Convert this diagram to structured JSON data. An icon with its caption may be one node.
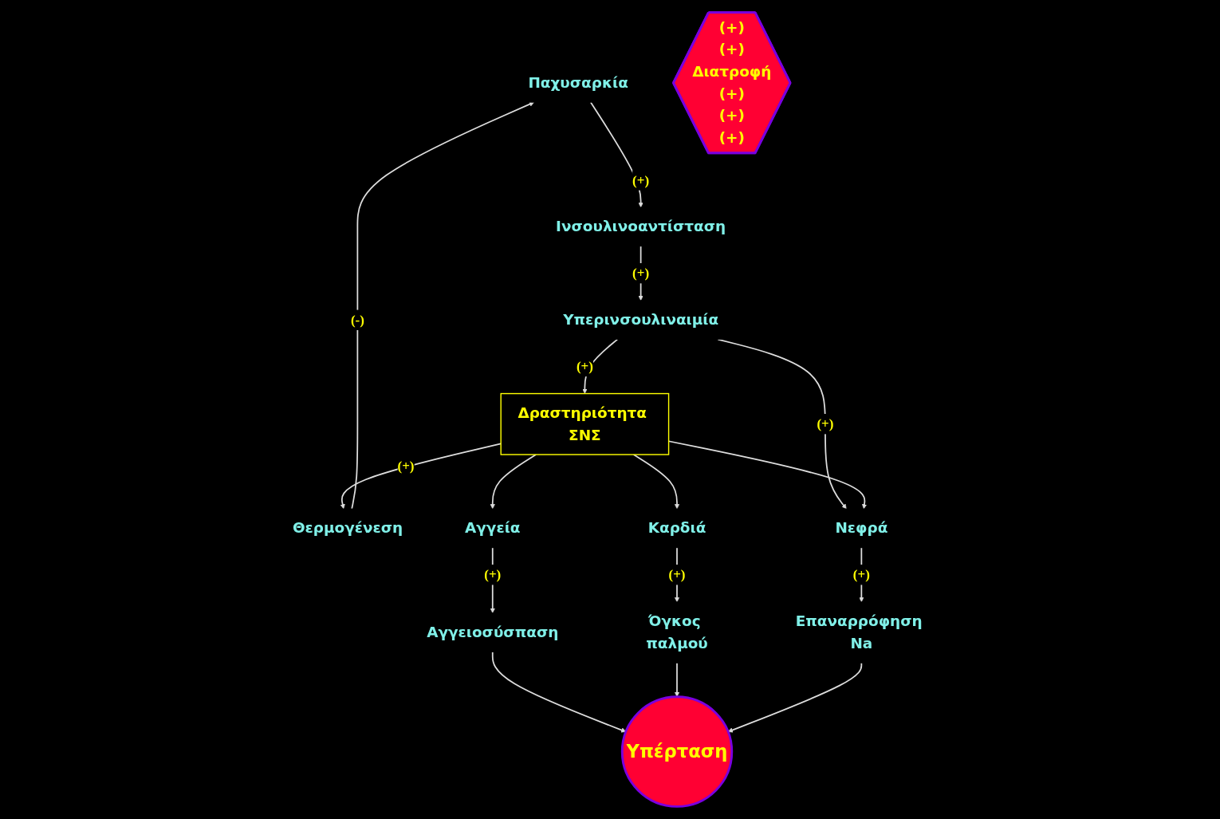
{
  "diagram": {
    "nodes": [
      {
        "text": [
          "Παχυσαρκία"
        ]
      },
      {
        "text": [
          "Θερμογένεση"
        ]
      },
      {
        "text": [
          "(+)",
          "(+)",
          "Διατροφή",
          "(+)",
          "(+)",
          "(+)"
        ]
      },
      {
        "text": [
          "Ινσουλινοαντίσταση"
        ]
      },
      {
        "text": [
          "Δραστηριότητα ΣΝΣ"
        ]
      },
      {
        "text": [
          "Υπερινσουλιναιμία"
        ]
      },
      {
        "text": [
          "Αγγεία"
        ]
      },
      {
        "text": [
          "Καρδιά"
        ]
      },
      {
        "text": [
          "Νεφρά"
        ]
      },
      {
        "text": [
          "Αγγειοσύσπαση"
        ]
      },
      {
        "text": [
          "Όγκος παλμού"
        ]
      },
      {
        "text": [
          "Επαναρρόφηση Na"
        ]
      },
      {
        "text": [
          "Υπέρταση"
        ]
      }
    ],
    "edges": [
      {
        "from": 1,
        "to": 0,
        "arrow": "to",
        "label": "(-)"
      },
      {
        "from": 0,
        "to": 3,
        "arrow": "to",
        "label": "(+)"
      },
      {
        "from": 4,
        "to": 1,
        "arrow": "to",
        "label": "(+)"
      },
      {
        "from": 3,
        "to": 5,
        "arrow": "to",
        "label": "(+)"
      },
      {
        "from": 5,
        "to": 4,
        "arrow": "to",
        "label": "(+)"
      },
      {
        "from": 5,
        "to": 8,
        "arrow": "to",
        "label": "(+)"
      },
      {
        "from": 4,
        "to": 6,
        "arrow": "to"
      },
      {
        "from": 4,
        "to": 7,
        "arrow": "to"
      },
      {
        "from": 4,
        "to": 8,
        "arrow": "to"
      },
      {
        "from": 6,
        "to": 9,
        "arrow": "to",
        "label": "(+)"
      },
      {
        "from": 7,
        "to": 10,
        "arrow": "to",
        "label": "(+)"
      },
      {
        "from": 8,
        "to": 11,
        "arrow": "to",
        "label": "(+)"
      },
      {
        "from": 9,
        "to": 12,
        "arrow": "to"
      },
      {
        "from": 10,
        "to": 12,
        "arrow": "to"
      },
      {
        "from": 11,
        "to": 12,
        "arrow": "to"
      }
    ]
  }
}
